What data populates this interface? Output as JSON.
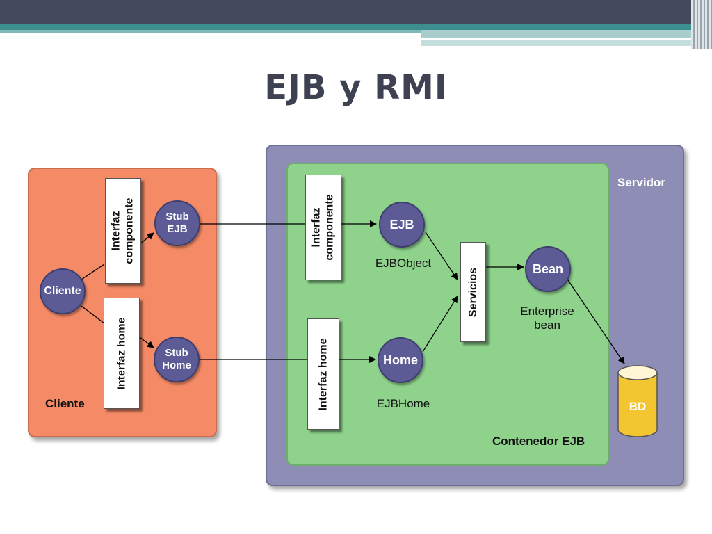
{
  "slide": {
    "title": "EJB y RMI"
  },
  "regions": {
    "client": "Cliente",
    "server": "Servidor",
    "container": "Contenedor EJB"
  },
  "client_side": {
    "component_interface": "Interfaz\ncomponente",
    "home_interface": "Interfaz home",
    "client_node": "Cliente",
    "stub_ejb": "Stub\nEJB",
    "stub_home": "Stub\nHome"
  },
  "server_side": {
    "component_interface": "Interfaz\ncomponente",
    "home_interface": "Interfaz home",
    "ejb_node": "EJB",
    "ejb_object_label": "EJBObject",
    "home_node": "Home",
    "ejb_home_label": "EJBHome",
    "services": "Servicios",
    "bean_node": "Bean",
    "bean_label": "Enterprise\nbean",
    "database": "BD"
  },
  "colors": {
    "client_region": "#f58a66",
    "server_region": "#8d8db5",
    "container_region": "#8ed28c",
    "node_fill": "#5c5b95",
    "database_fill": "#f2c531"
  }
}
